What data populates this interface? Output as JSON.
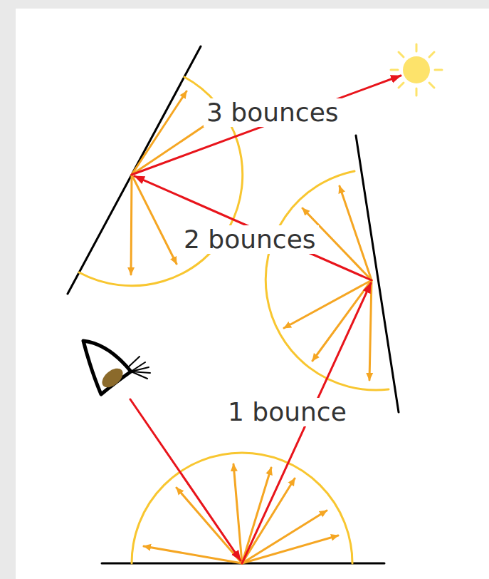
{
  "diagram": {
    "labels": [
      "3 bounces",
      "2 bounces",
      "1 bounce"
    ]
  }
}
